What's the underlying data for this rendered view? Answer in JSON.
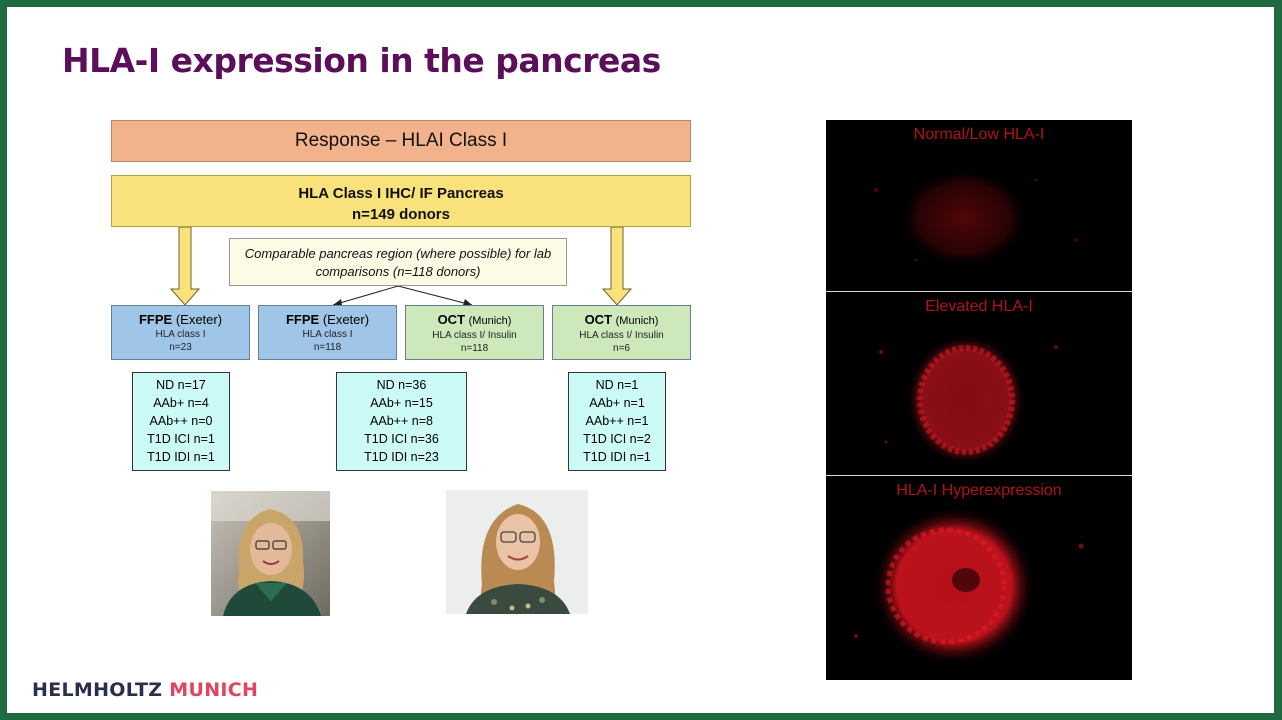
{
  "slide": {
    "title": "HLA-I expression in the pancreas",
    "brand_colors": {
      "title": "#5b0f5a",
      "frame": "#1f6b3f"
    }
  },
  "flowchart": {
    "response_label": "Response – HLAI Class I",
    "total": {
      "line1": "HLA Class I IHC/ IF Pancreas",
      "line2": "n=149 donors"
    },
    "comparable_note": {
      "line1": "Comparable pancreas region (where possible) for lab",
      "line2": "comparisons (n=118 donors)"
    },
    "cohorts": [
      {
        "method": "FFPE",
        "lab": "(Exeter)",
        "stain": "HLA class I",
        "n": "n=23",
        "counts": [
          "ND n=17",
          "AAb+ n=4",
          "AAb++ n=0",
          "T1D ICI n=1",
          "T1D IDI n=1"
        ]
      },
      {
        "method": "FFPE",
        "lab": "(Exeter)",
        "stain": "HLA class I",
        "n": "n=118",
        "counts": [
          "ND n=36",
          "AAb+ n=15",
          "AAb++ n=8",
          "T1D ICI n=36",
          "T1D IDI n=23"
        ]
      },
      {
        "method": "OCT",
        "lab": "(Munich)",
        "stain": "HLA class I/ Insulin",
        "n": "n=118"
      },
      {
        "method": "OCT",
        "lab": "(Munich)",
        "stain": "HLA class I/ Insulin",
        "n": "n=6",
        "counts": [
          "ND n=1",
          "AAb+ n=1",
          "AAb++ n=1",
          "T1D ICI n=2",
          "T1D IDI n=1"
        ]
      }
    ]
  },
  "microscopy": {
    "panels": [
      {
        "label": "Normal/Low HLA-I"
      },
      {
        "label": "Elevated HLA-I"
      },
      {
        "label": "HLA-I Hyperexpression"
      }
    ],
    "stain_color": "#d0141e"
  },
  "footer": {
    "logo_part1": "HELMHOLTZ",
    "logo_part2": "MUNICH"
  }
}
